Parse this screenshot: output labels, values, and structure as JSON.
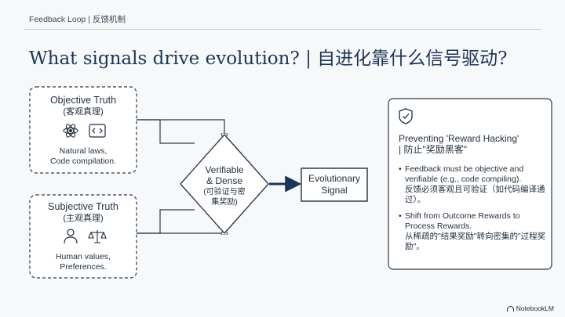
{
  "header": {
    "label": "Feedback Loop | 反馈机制"
  },
  "title": "What signals drive evolution? | 自进化靠什么信号驱动?",
  "objective": {
    "title": "Objective Truth",
    "subtitle": "(客观真理)",
    "desc_line1": "Natural laws,",
    "desc_line2": "Code compilation.",
    "icons": [
      "atom-icon",
      "code-brackets-icon"
    ]
  },
  "subjective": {
    "title": "Subjective Truth",
    "subtitle": "(主观真理)",
    "desc_line1": "Human values,",
    "desc_line2": "Preferences.",
    "icons": [
      "person-icon",
      "scales-icon"
    ]
  },
  "decision": {
    "line1": "Verifiable",
    "line2": "& Dense",
    "sub_line1": "(可验证与密",
    "sub_line2": "集奖励)"
  },
  "signal": {
    "line1": "Evolutionary",
    "line2": "Signal"
  },
  "side_panel": {
    "icon": "shield-check-icon",
    "title_line1": "Preventing 'Reward Hacking'",
    "title_line2": "| 防止\"奖励黑客\"",
    "bullets": [
      {
        "en": "Feedback must be objective and verifiable (e.g., code compiling).",
        "zh": "反馈必须客观且可验证（如代码编译通过）。"
      },
      {
        "en": "Shift from Outcome Rewards to Process Rewards.",
        "zh": "从稀疏的\"结果奖励\"转向密集的\"过程奖励\"。"
      }
    ]
  },
  "brand": {
    "name": "NotebookLM"
  },
  "colors": {
    "accent": "#1b3558",
    "line": "#2a3a4c",
    "bg": "#f7f8f9"
  }
}
